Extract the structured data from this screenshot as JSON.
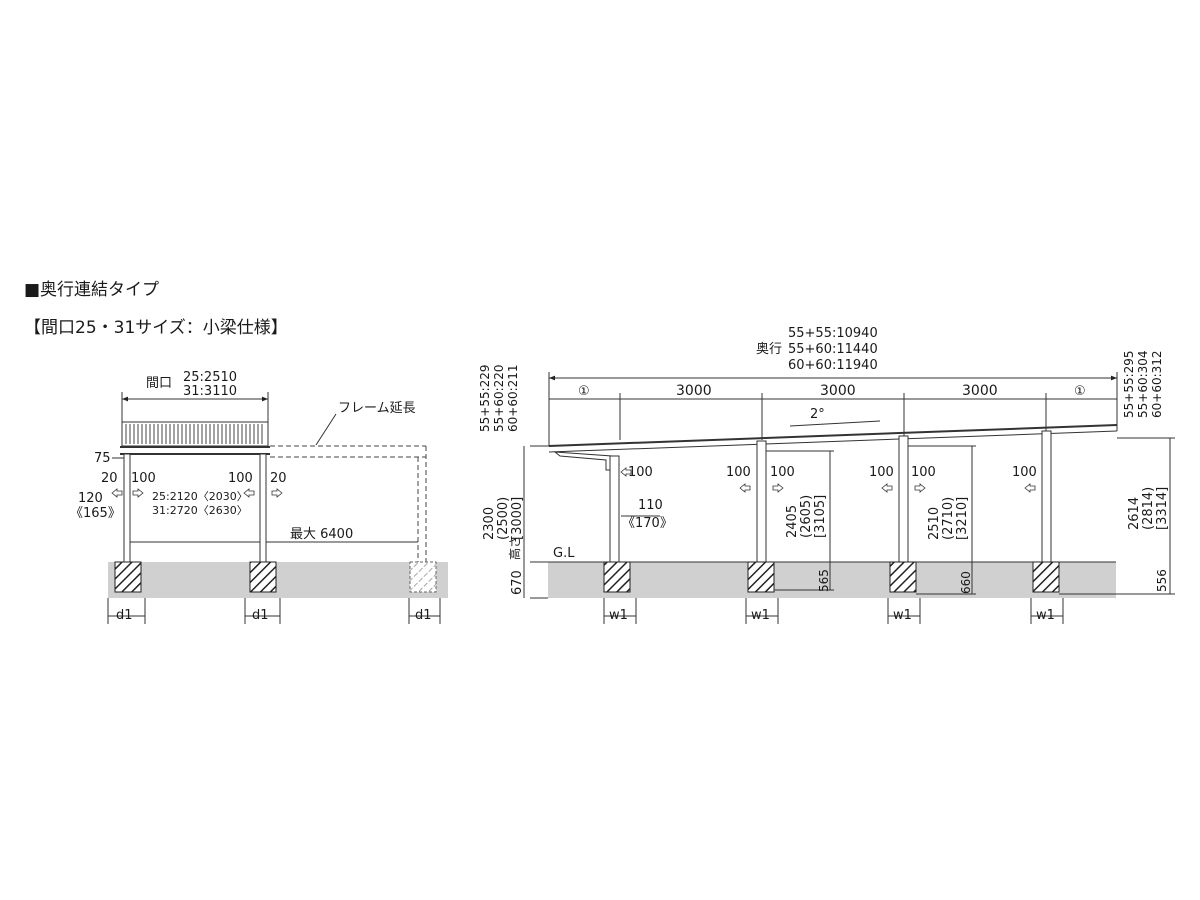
{
  "header": {
    "title1": "■奥行連結タイプ",
    "title2": "【間口25・31サイズ：小梁仕様】"
  },
  "front": {
    "width_label": "間口",
    "width_25": "25:2510",
    "width_31": "31:3110",
    "frame_ext": "フレーム延長",
    "dim_75": "75",
    "dim_20_left": "20",
    "dim_20_right": "20",
    "dim_100_left": "100",
    "dim_100_right": "100",
    "dim_120": "120",
    "dim_165": "《165》",
    "inner_25": "25:2120〈2030〉",
    "inner_31": "31:2720〈2630〉",
    "max_label": "最大 6400",
    "d1_a": "d1",
    "d1_b": "d1",
    "d1_c": "d1"
  },
  "side": {
    "depth_label": "奥行",
    "depth_1": "55+55:10940",
    "depth_2": "55+60:11440",
    "depth_3": "60+60:11940",
    "left_top_1": "55+55:229",
    "left_top_2": "55+60:220",
    "left_top_3": "60+60:211",
    "right_top_1": "55+55:295",
    "right_top_2": "55+60:304",
    "right_top_3": "60+60:312",
    "circle_left": "①",
    "circle_right": "①",
    "span_1": "3000",
    "span_2": "3000",
    "span_3": "3000",
    "slope": "2°",
    "height_label": "高さ",
    "h_2300": "2300",
    "h_2500": "(2500)",
    "h_3000": "[3000]",
    "gl": "G.L",
    "foundation_670": "670",
    "p1_100": "100",
    "p1_110": "110",
    "p1_170": "《170》",
    "p2_100a": "100",
    "p2_100b": "100",
    "p2_h1": "2405",
    "p2_h2": "(2605)",
    "p2_h3": "[3105]",
    "p2_found": "565",
    "p3_100a": "100",
    "p3_100b": "100",
    "p3_h1": "2510",
    "p3_h2": "(2710)",
    "p3_h3": "[3210]",
    "p3_found": "660",
    "p4_100": "100",
    "right_h1": "2614",
    "right_h2": "(2814)",
    "right_h3": "[3314]",
    "right_found": "556",
    "w1_a": "w1",
    "w1_b": "w1",
    "w1_c": "w1",
    "w1_d": "w1"
  }
}
